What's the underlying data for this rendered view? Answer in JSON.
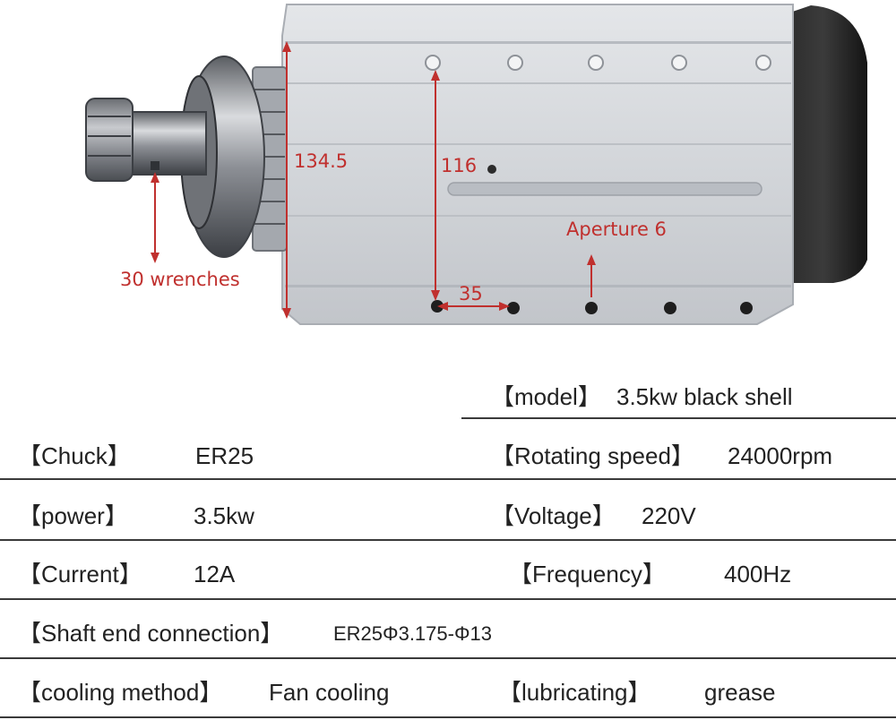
{
  "dimensions": {
    "height_outer": "134.5",
    "height_inner": "116",
    "hole_spacing": "35",
    "aperture": "Aperture 6",
    "wrenches": "30 wrenches"
  },
  "specs": {
    "model_label": "【model】",
    "model_value": "3.5kw black shell",
    "chuck_label": "【Chuck】",
    "chuck_value": "ER25",
    "rotating_speed_label": "【Rotating speed】",
    "rotating_speed_value": "24000rpm",
    "power_label": "【power】",
    "power_value": "3.5kw",
    "voltage_label": "【Voltage】",
    "voltage_value": "220V",
    "current_label": "【Current】",
    "current_value": "12A",
    "frequency_label": "【Frequency】",
    "frequency_value": "400Hz",
    "shaft_label": "【Shaft end connection】",
    "shaft_value": "ER25Φ3.175-Φ13",
    "cooling_label": "【cooling method】",
    "cooling_value": "Fan cooling",
    "lubricating_label": "【lubricating】",
    "lubricating_value": "grease"
  },
  "colors": {
    "annotation": "#c0302e",
    "rule": "#3a3a3a",
    "housing": "#cfd2d6"
  }
}
